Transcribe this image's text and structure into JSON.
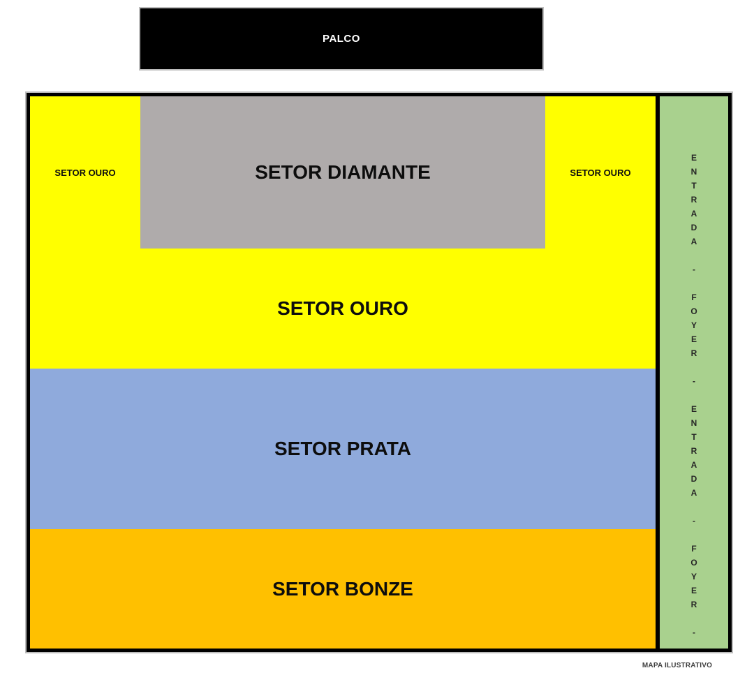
{
  "stage": {
    "label": "PALCO"
  },
  "sectors": {
    "diamante": {
      "label": "SETOR DIAMANTE"
    },
    "ouro_left_wing": {
      "label": "SETOR OURO"
    },
    "ouro_right_wing": {
      "label": "SETOR OURO"
    },
    "ouro_main": {
      "label": "SETOR OURO"
    },
    "prata": {
      "label": "SETOR PRATA"
    },
    "bronze": {
      "label": "SETOR BONZE"
    }
  },
  "entrance_strip": {
    "text": "ENTRADA - FOYER - ENTRADA - FOYER -",
    "lines": [
      "E",
      "N",
      "T",
      "R",
      "A",
      "D",
      "A",
      "-",
      "F",
      "O",
      "Y",
      "E",
      "R",
      "-",
      "E",
      "N",
      "T",
      "R",
      "A",
      "D",
      "A",
      "-",
      "F",
      "O",
      "Y",
      "E",
      "R",
      "-"
    ]
  },
  "footer": {
    "note": "MAPA ILUSTRATIVO"
  },
  "colors": {
    "stage_bg": "#000000",
    "stage_text": "#ffffff",
    "sector_ouro": "#FFFF00",
    "sector_diamante": "#AFABAB",
    "sector_prata": "#8FAADC",
    "sector_bronze": "#FFC000",
    "entrance_strip": "#A9D18E",
    "border": "#000000",
    "label_text": "#0d0d0d"
  }
}
